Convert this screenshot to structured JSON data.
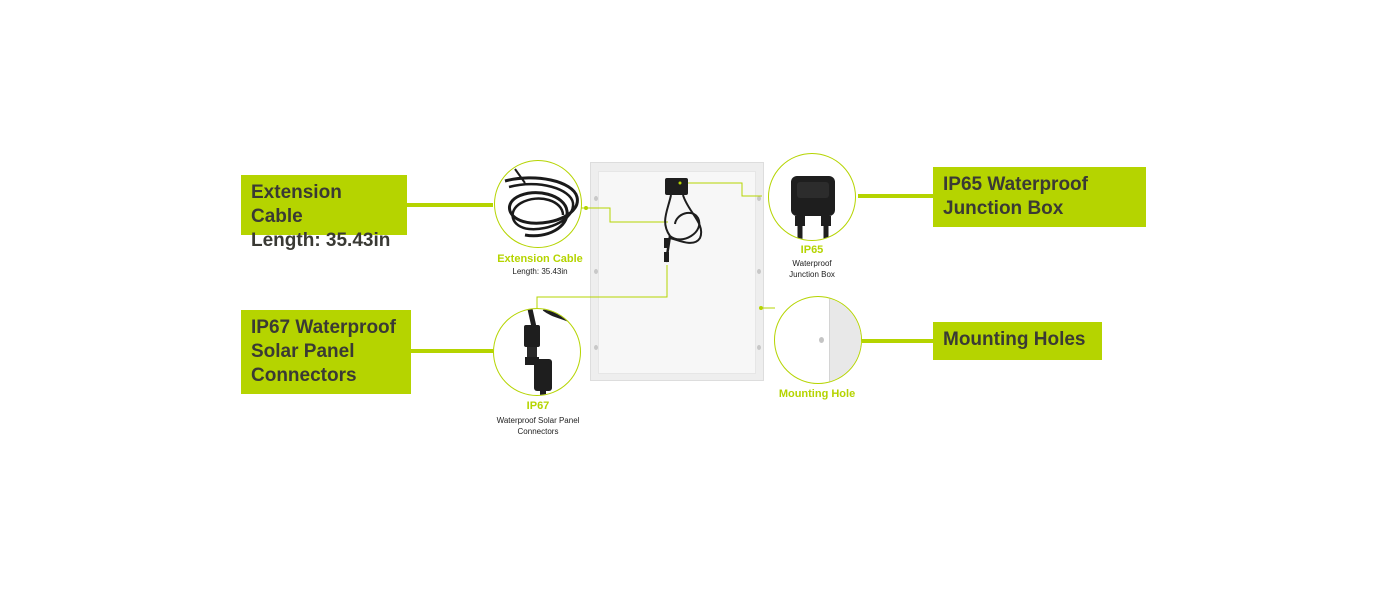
{
  "callouts": {
    "extension_cable": {
      "line1": "Extension Cable",
      "line2": "Length: 35.43in"
    },
    "ip65": {
      "line1": "IP65 Waterproof",
      "line2": "Junction Box"
    },
    "ip67": {
      "line1": "IP67 Waterproof",
      "line2": "Solar Panel",
      "line3": "Connectors"
    },
    "mounting": {
      "line1": "Mounting Holes"
    }
  },
  "labels": {
    "extension_title": "Extension Cable",
    "extension_sub": "Length: 35.43in",
    "ip65_title": "IP65",
    "ip65_sub1": "Waterproof",
    "ip65_sub2": "Junction Box",
    "ip67_title": "IP67",
    "ip67_sub1": "Waterproof Solar Panel",
    "ip67_sub2": "Connectors",
    "mounting_title": "Mounting Hole"
  },
  "colors": {
    "accent": "#b5d400",
    "text": "#3a3a34"
  }
}
